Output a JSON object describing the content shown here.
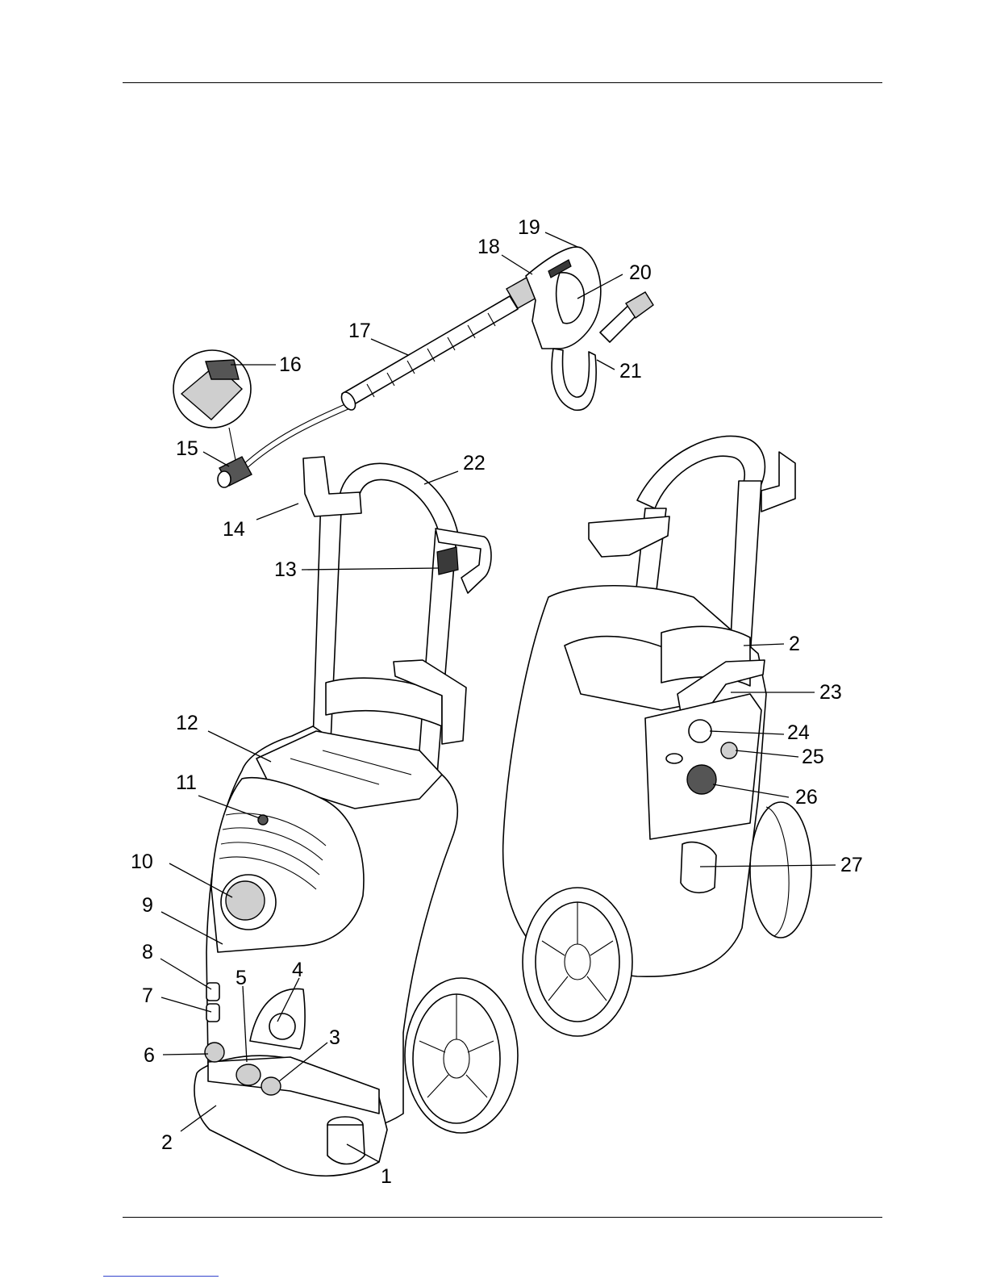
{
  "callouts": [
    {
      "id": "c1",
      "text": "1"
    },
    {
      "id": "c2",
      "text": "2"
    },
    {
      "id": "c3",
      "text": "3"
    },
    {
      "id": "c4",
      "text": "4"
    },
    {
      "id": "c5",
      "text": "5"
    },
    {
      "id": "c6",
      "text": "6"
    },
    {
      "id": "c7",
      "text": "7"
    },
    {
      "id": "c8",
      "text": "8"
    },
    {
      "id": "c9",
      "text": "9"
    },
    {
      "id": "c10",
      "text": "10"
    },
    {
      "id": "c11",
      "text": "11"
    },
    {
      "id": "c12",
      "text": "12"
    },
    {
      "id": "c13",
      "text": "13"
    },
    {
      "id": "c14",
      "text": "14"
    },
    {
      "id": "c15",
      "text": "15"
    },
    {
      "id": "c16",
      "text": "16"
    },
    {
      "id": "c17",
      "text": "17"
    },
    {
      "id": "c18",
      "text": "18"
    },
    {
      "id": "c19",
      "text": "19"
    },
    {
      "id": "c20",
      "text": "20"
    },
    {
      "id": "c21",
      "text": "21"
    },
    {
      "id": "c22",
      "text": "22"
    },
    {
      "id": "c2b",
      "text": "2"
    },
    {
      "id": "c23",
      "text": "23"
    },
    {
      "id": "c24",
      "text": "24"
    },
    {
      "id": "c25",
      "text": "25"
    },
    {
      "id": "c26",
      "text": "26"
    },
    {
      "id": "c27",
      "text": "27"
    }
  ]
}
